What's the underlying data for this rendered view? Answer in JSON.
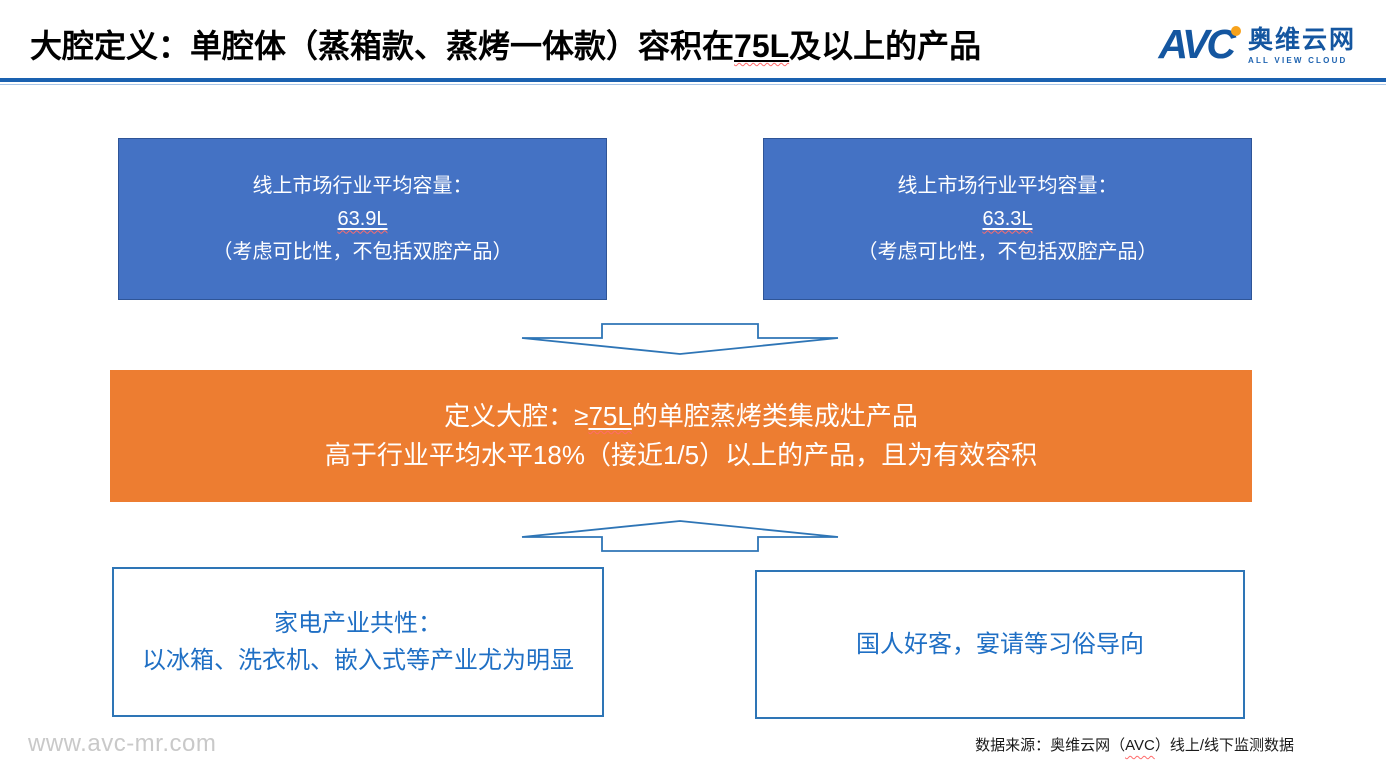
{
  "title": {
    "pre": "大腔定义：单腔体（蒸箱款、蒸烤一体款）容积在",
    "value": "75L",
    "post": "及以上的产品"
  },
  "logo": {
    "mark": "AVC",
    "cn": "奥维云网",
    "en": "ALL VIEW CLOUD"
  },
  "boxes": {
    "blue_left": {
      "line1": "线上市场行业平均容量：",
      "value": "63.9L",
      "line2": "（考虑可比性，不包括双腔产品）"
    },
    "blue_right": {
      "line1": "线上市场行业平均容量：",
      "value": "63.3L",
      "line2": "（考虑可比性，不包括双腔产品）"
    },
    "orange": {
      "line1_pre": "定义大腔：≥",
      "line1_value": "75L",
      "line1_post": "的单腔蒸烤类集成灶产品",
      "line2": "高于行业平均水平18%（接近1/5）以上的产品，且为有效容积"
    },
    "white_left": {
      "line1": "家电产业共性：",
      "line2": "以冰箱、洗衣机、嵌入式等产业尤为明显"
    },
    "white_right": {
      "line1": "国人好客，宴请等习俗导向"
    }
  },
  "footer": {
    "site": "www.avc-mr.com",
    "source_pre": "数据来源：奥维云网（",
    "source_value": "AVC",
    "source_post": "）线上/线下监测数据"
  },
  "colors": {
    "blue_fill": "#4472C4",
    "blue_border": "#2F5597",
    "orange_fill": "#ED7D31",
    "outline_blue": "#2E75B6",
    "accent_text_blue": "#1F6FC4",
    "rule_blue": "#1A61B0",
    "logo_blue": "#1456A0",
    "logo_dot_orange": "#F7A21B",
    "spellcheck_red": "#FF6B6B",
    "footer_gray": "#C9C9C9"
  }
}
